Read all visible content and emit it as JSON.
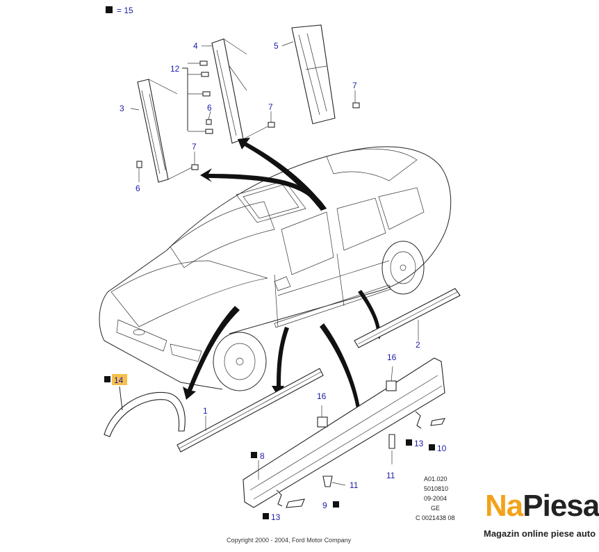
{
  "legend": {
    "marker": "square",
    "text": "= 15"
  },
  "callouts": {
    "c1": "1",
    "c2": "2",
    "c3": "3",
    "c4": "4",
    "c5": "5",
    "c6a": "6",
    "c6b": "6",
    "c7a": "7",
    "c7b": "7",
    "c7c": "7",
    "c8": "8",
    "c9": "9",
    "c10": "10",
    "c11a": "11",
    "c11b": "11",
    "c12": "12",
    "c13a": "13",
    "c13b": "13",
    "c14": "14",
    "c16a": "16",
    "c16b": "16"
  },
  "info_block": {
    "line1": "A01.020",
    "line2": "5010810",
    "line3": "09-2004",
    "line4": "GE",
    "line5": "C 0021438 08"
  },
  "copyright": "Copyright 2000 - 2004, Ford Motor Company",
  "brand": {
    "name_part1": "Na",
    "name_part2": "Piesa",
    "tagline": "Magazin online piese auto"
  },
  "colors": {
    "callout": "#1a1aa6",
    "highlight": "#f6c04d",
    "brand_orange": "#f2a21b",
    "brand_dark": "#222222"
  }
}
